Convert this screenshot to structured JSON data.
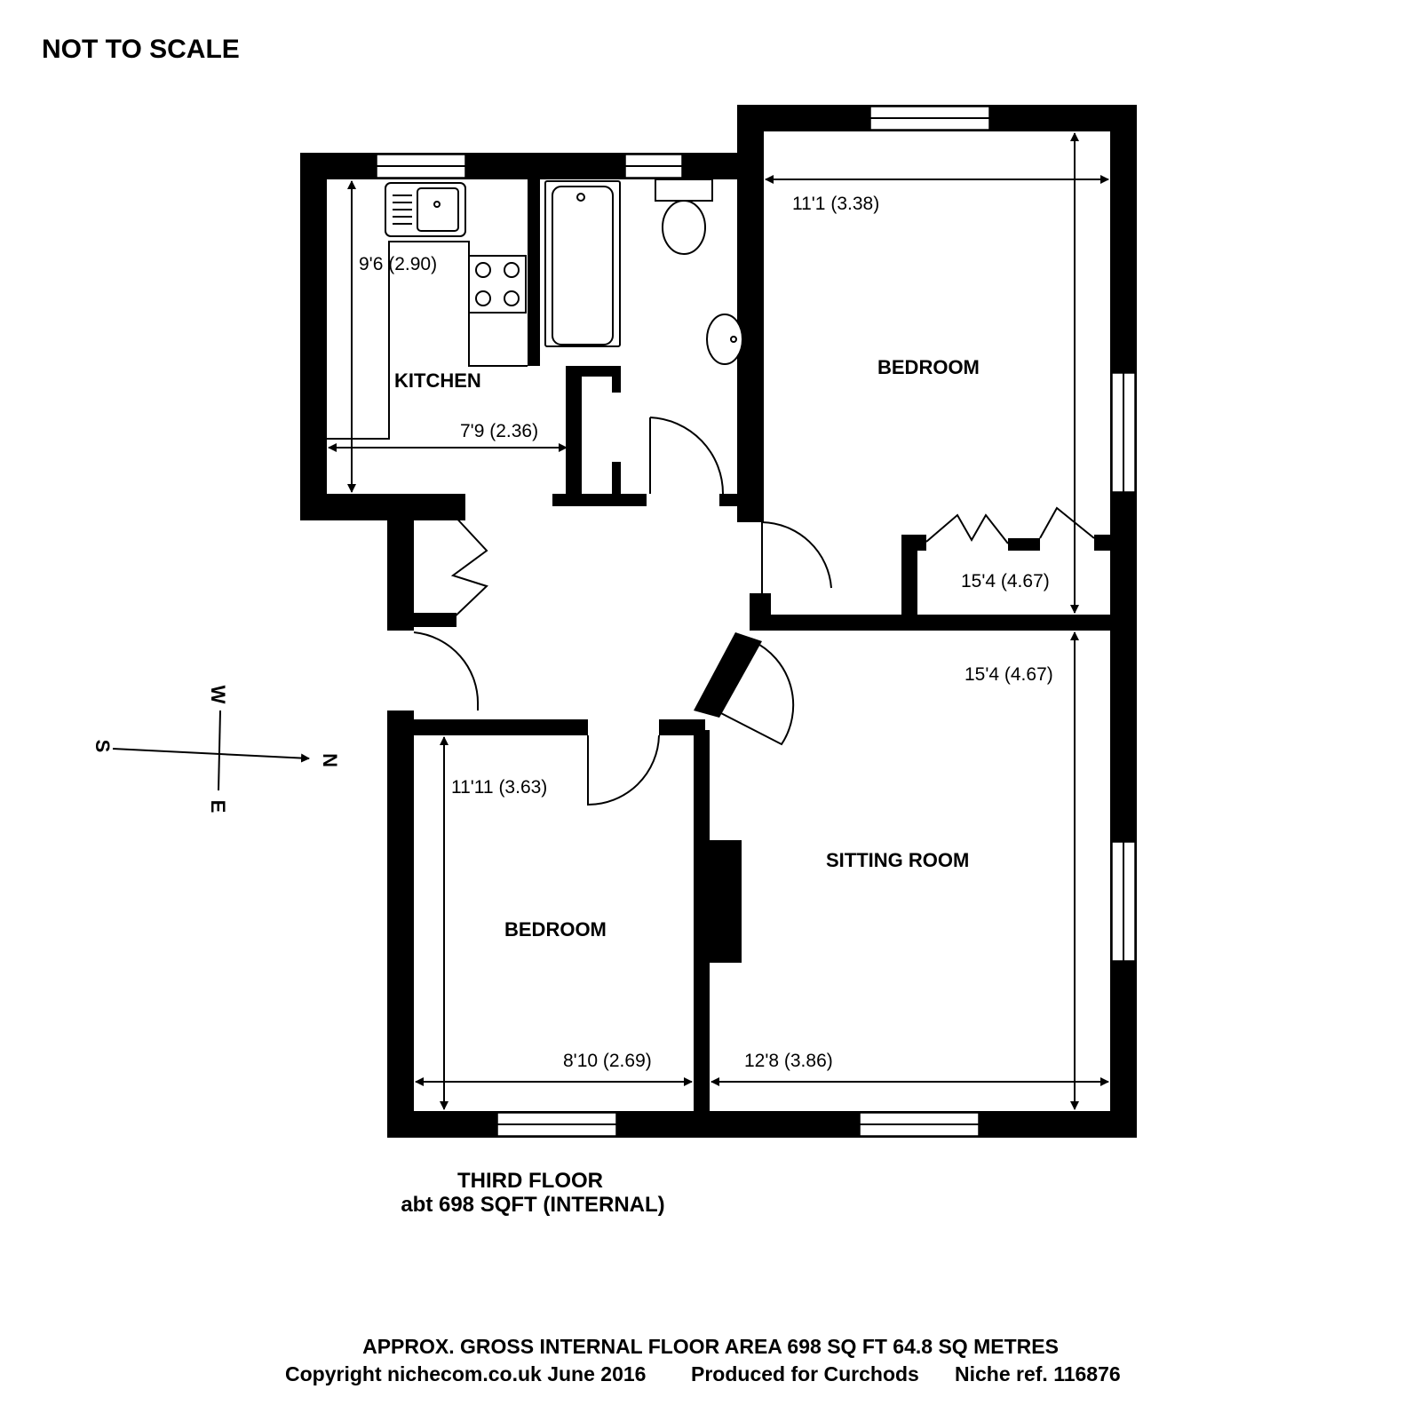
{
  "header": {
    "note": "NOT TO SCALE"
  },
  "rooms": {
    "kitchen": "KITCHEN",
    "bedroom_1": "BEDROOM",
    "bedroom_2": "BEDROOM",
    "sitting_room": "SITTING ROOM"
  },
  "dimensions": {
    "kitchen_length": "9'6 (2.90)",
    "kitchen_width": "7'9 (2.36)",
    "bedroom_1_width": "11'1 (3.38)",
    "bedroom_1_length": "15'4 (4.67)",
    "sitting_length": "15'4 (4.67)",
    "sitting_width": "12'8 (3.86)",
    "bedroom_2_length": "11'11 (3.63)",
    "bedroom_2_width": "8'10 (2.69)"
  },
  "compass": {
    "n": "N",
    "s": "S",
    "e": "E",
    "w": "W"
  },
  "floor": {
    "name": "THIRD FLOOR",
    "area": "abt 698 SQFT (INTERNAL)"
  },
  "footer": {
    "area": "APPROX. GROSS INTERNAL FLOOR AREA 698 SQ FT 64.8 SQ METRES",
    "copyright": "Copyright nichecom.co.uk June 2016",
    "produced": "Produced for Curchods",
    "ref": "Niche ref. 116876"
  }
}
